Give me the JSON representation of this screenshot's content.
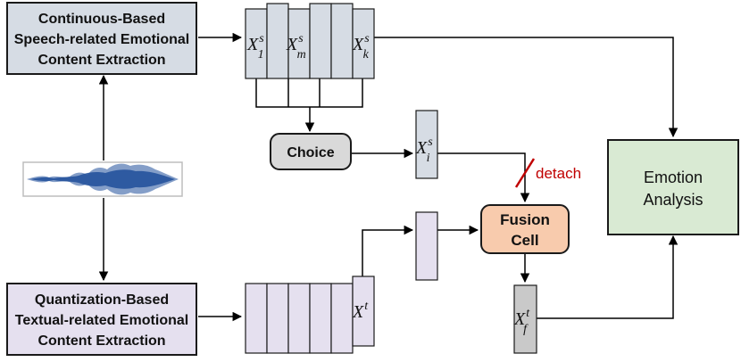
{
  "colors": {
    "top_extraction_fill": "#d6dce4",
    "bottom_extraction_fill": "#e5e0ef",
    "stack_top_fill": "#d6dce4",
    "stack_bottom_fill": "#e5e0ef",
    "choice_fill": "#d9d9d9",
    "fusion_fill": "#f8cbad",
    "emotion_fill": "#d9ead3",
    "fused_output_fill": "#c9c9c9",
    "detach_color": "#c00000",
    "waveform_color": "#1f4e9a",
    "line_color": "#000000"
  },
  "nodes": {
    "speech_extraction": {
      "lines": [
        "Continuous-Based",
        "Speech-related Emotional",
        "Content Extraction"
      ]
    },
    "text_extraction": {
      "lines": [
        "Quantization-Based",
        "Textual-related Emotional",
        "Content Extraction"
      ]
    },
    "speech_features": {
      "labels": [
        {
          "base": "X",
          "sup": "s",
          "sub": "1"
        },
        {
          "base": "X",
          "sup": "s",
          "sub": "m"
        },
        {
          "base": "X",
          "sup": "s",
          "sub": "k"
        }
      ]
    },
    "text_features": {
      "label": {
        "base": "X",
        "sup": "t",
        "sub": ""
      }
    },
    "choice": {
      "label": "Choice"
    },
    "selected_feature": {
      "label": {
        "base": "X",
        "sup": "s",
        "sub": "i"
      }
    },
    "fusion": {
      "lines": [
        "Fusion",
        "Cell"
      ]
    },
    "fused_feature": {
      "label": {
        "base": "X",
        "sup": "t",
        "sub": "f"
      }
    },
    "emotion": {
      "lines": [
        "Emotion",
        "Analysis"
      ]
    },
    "detach": {
      "label": "detach"
    },
    "waveform": {
      "icon": "audio-waveform-icon"
    }
  }
}
